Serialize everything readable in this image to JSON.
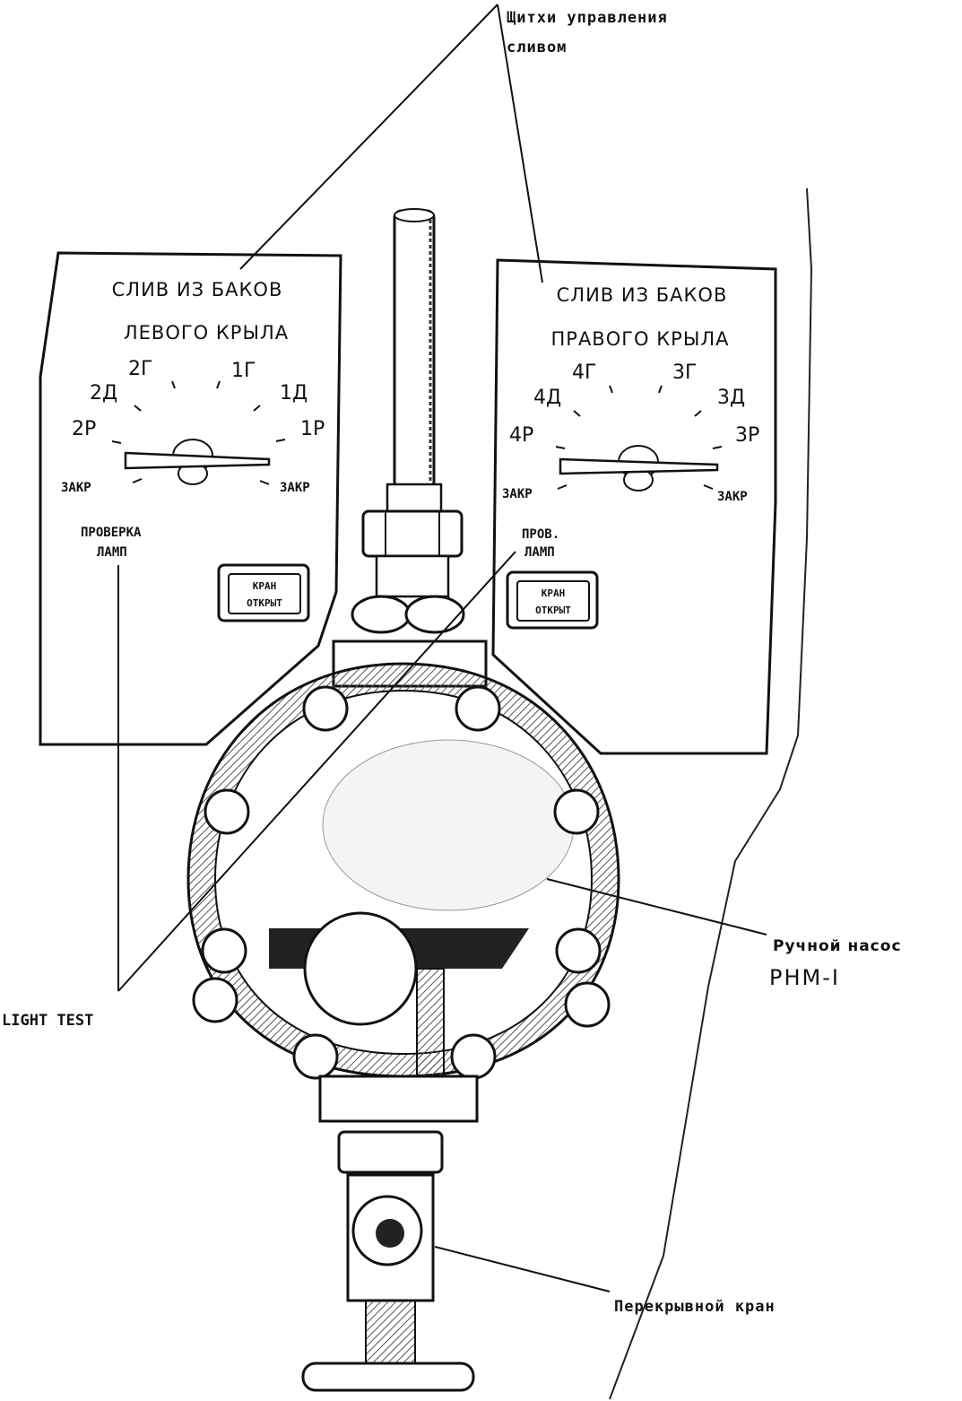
{
  "callouts": {
    "panels_label_line1": "Щитхи управления",
    "panels_label_line2": "сливом",
    "hand_pump_line1": "Ручной насос",
    "hand_pump_line2": "РНМ-I",
    "shutoff_valve": "Перекрывной кран",
    "light_test": "LIGHT TEST"
  },
  "left_panel": {
    "title_line1": "СЛИВ ИЗ БАКОВ",
    "title_line2": "ЛЕВОГО КРЫЛА",
    "positions": {
      "p2g": "2Г",
      "p1g": "1Г",
      "p2d": "2Д",
      "p1d": "1Д",
      "p2r": "2Р",
      "p1r": "1Р",
      "closed_left": "ЗАКР",
      "closed_right": "ЗАКР"
    },
    "lamp_test_line1": "ПРОВЕРКА",
    "lamp_test_line2": "ЛАМП",
    "valve_open_line1": "КРАН",
    "valve_open_line2": "ОТКРЫТ"
  },
  "right_panel": {
    "title_line1": "СЛИВ ИЗ БАКОВ",
    "title_line2": "ПРАВОГО КРЫЛА",
    "positions": {
      "p4g": "4Г",
      "p3g": "3Г",
      "p4d": "4Д",
      "p3d": "3Д",
      "p4r": "4Р",
      "p3r": "3Р",
      "closed_left": "ЗАКР",
      "closed_right": "ЗАКР"
    },
    "lamp_test_line1": "ПРОВ.",
    "lamp_test_line2": "ЛАМП",
    "valve_open_line1": "КРАН",
    "valve_open_line2": "ОТКРЫТ"
  }
}
